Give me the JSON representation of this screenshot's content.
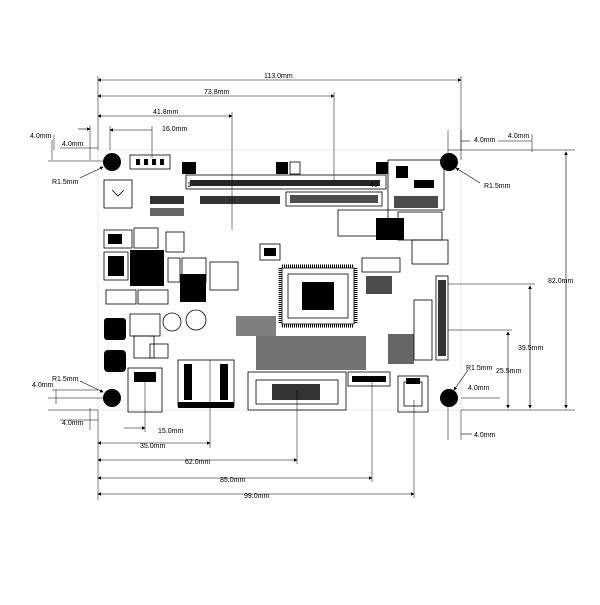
{
  "dimensions": {
    "width_113": "113.0mm",
    "width_73_8": "73.8mm",
    "width_41_8": "41.8mm",
    "width_16": "16.0mm",
    "hole_left_4a": "4.0mm",
    "hole_left_4b": "4.0mm",
    "hole_right_4a": "4.0mm",
    "hole_right_4b": "4.0mm",
    "radius_tl": "R1.5mm",
    "radius_tr": "R1.5mm",
    "radius_bl": "R1.5mm",
    "radius_br": "R1.5mm",
    "height_82": "82.0mm",
    "height_39_5": "39.5mm",
    "height_25_5": "25.5mm",
    "bl_4a": "4.0mm",
    "bl_4b": "4.0mm",
    "br_4a": "4.0mm",
    "br_4b": "4.0mm",
    "bottom_15": "15.0mm",
    "bottom_35": "35.0mm",
    "bottom_62": "62.0mm",
    "bottom_85": "85.0mm",
    "bottom_99": "99.0mm"
  },
  "connector_labels": {
    "pin1": "1",
    "pin40": "40"
  },
  "colors": {
    "ink": "#000000",
    "paper": "#ffffff"
  }
}
